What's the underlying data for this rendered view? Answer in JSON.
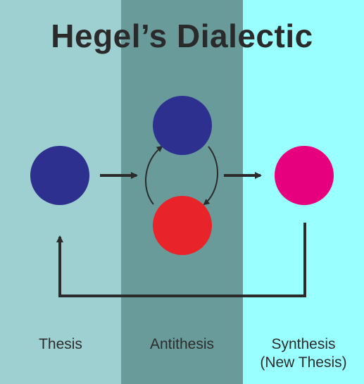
{
  "title": "Hegel’s Dialectic",
  "stages": [
    {
      "label": "Thesis",
      "color": "#9ecfd1"
    },
    {
      "label": "Antithesis",
      "color": "#6a9b9b"
    },
    {
      "label": "Synthesis",
      "sublabel": "(New Thesis)",
      "color": "#99ffff"
    }
  ],
  "node_colors": {
    "thesis": "#2e3090",
    "antithesis_top": "#2e3090",
    "antithesis_bottom": "#e8232a",
    "synthesis": "#e6007e"
  },
  "arrow_color": "#2b2b2b"
}
